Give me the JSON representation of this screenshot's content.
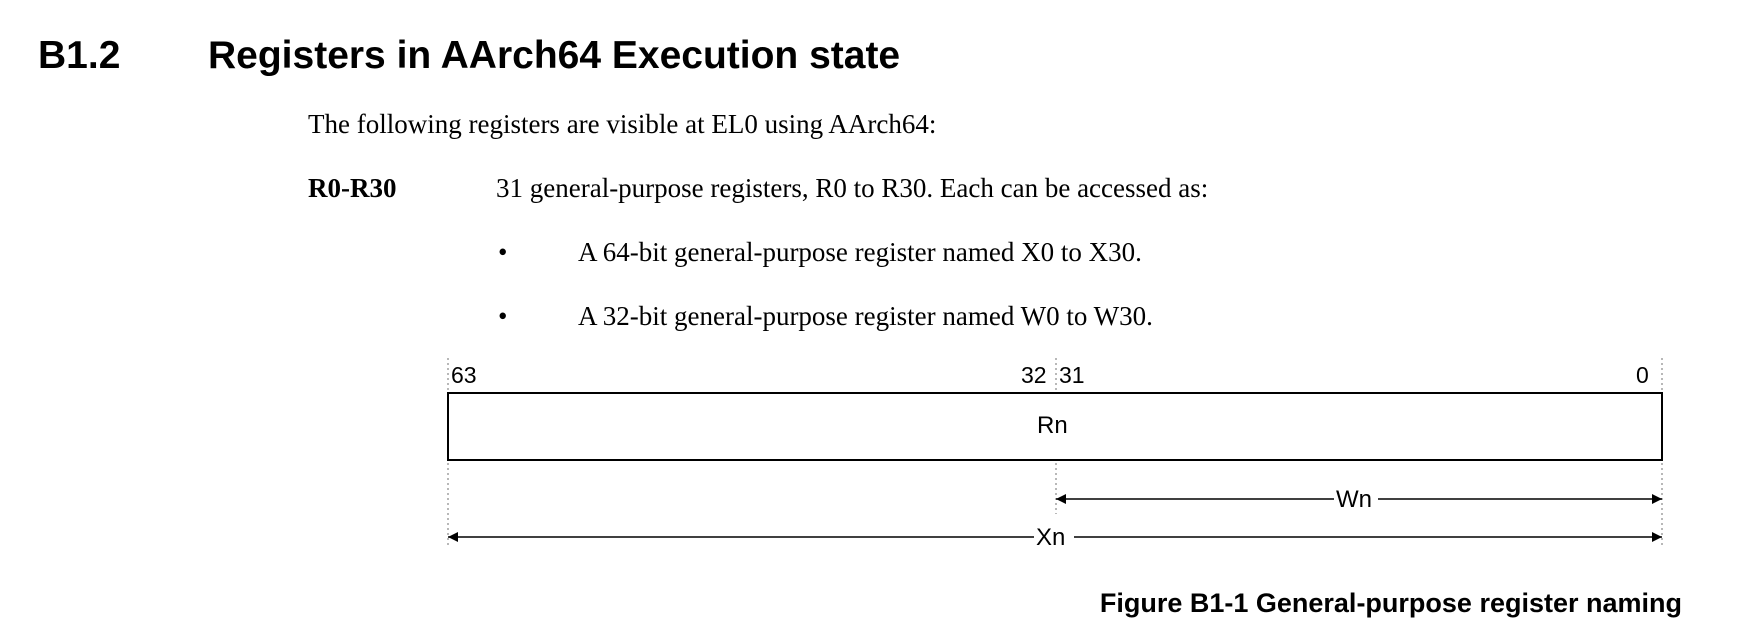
{
  "section": {
    "number": "B1.2",
    "title": "Registers in AArch64 Execution state"
  },
  "intro": "The following registers are visible at EL0 using AArch64:",
  "definition": {
    "term": "R0-R30",
    "description": "31 general-purpose registers, R0 to R30. Each can be accessed as:",
    "bullets": [
      "A 64-bit general-purpose register named X0 to X30.",
      "A 32-bit general-purpose register named W0 to W30."
    ]
  },
  "figure": {
    "bits": {
      "b63": "63",
      "b32": "32",
      "b31": "31",
      "b0": "0"
    },
    "register_label": "Rn",
    "wn_label": "Wn",
    "xn_label": "Xn",
    "caption": "Figure B1-1 General-purpose register naming"
  }
}
